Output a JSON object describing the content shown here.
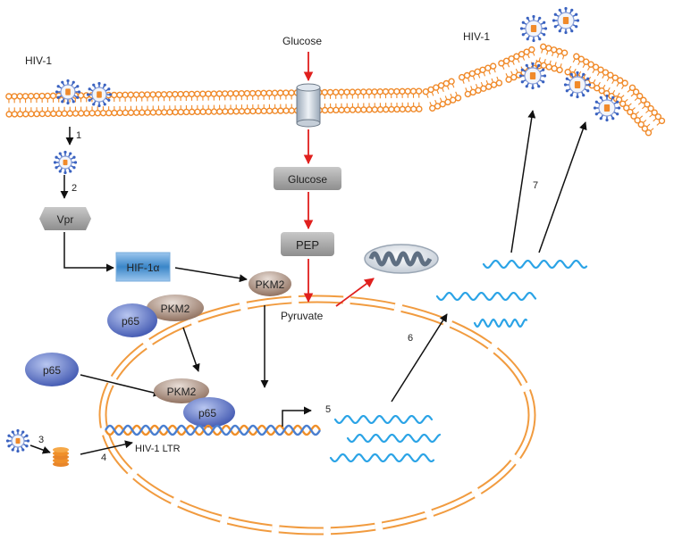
{
  "labels": {
    "hiv_left": "HIV-1",
    "hiv_right": "HIV-1",
    "glucose_top": "Glucose",
    "glucose_box": "Glucose",
    "pep": "PEP",
    "pyruvate": "Pyruvate",
    "vpr": "Vpr",
    "hif": "HIF-1α",
    "pkm2_cyto": "PKM2",
    "pkm2_complex": "PKM2",
    "p65_complex": "p65",
    "p65_free": "p65",
    "pkm2_nuc": "PKM2",
    "p65_nuc": "p65",
    "ltr": "HIV-1 LTR"
  },
  "steps": [
    "1",
    "2",
    "3",
    "4",
    "5",
    "6",
    "7"
  ],
  "colors": {
    "membrane": "#f08a2a",
    "black_arrow": "#111111",
    "red_arrow": "#e0201e",
    "rna": "#2aa3e6",
    "dna_orange": "#f0902a",
    "dna_blue": "#4a7fd0",
    "p65": "#5a74c8",
    "pkm2": "#9c7a66",
    "hif": "#3a86c8",
    "gray_box": "#a8a8a8",
    "virus_spike": "#3a62c0",
    "virus_core": "#f08a2a"
  },
  "icons": [
    "virus-icon",
    "glucose-transporter-icon",
    "mitochondrion-icon",
    "rna-strand-icon",
    "integrated-dna-icon",
    "nucleus-envelope-icon"
  ]
}
